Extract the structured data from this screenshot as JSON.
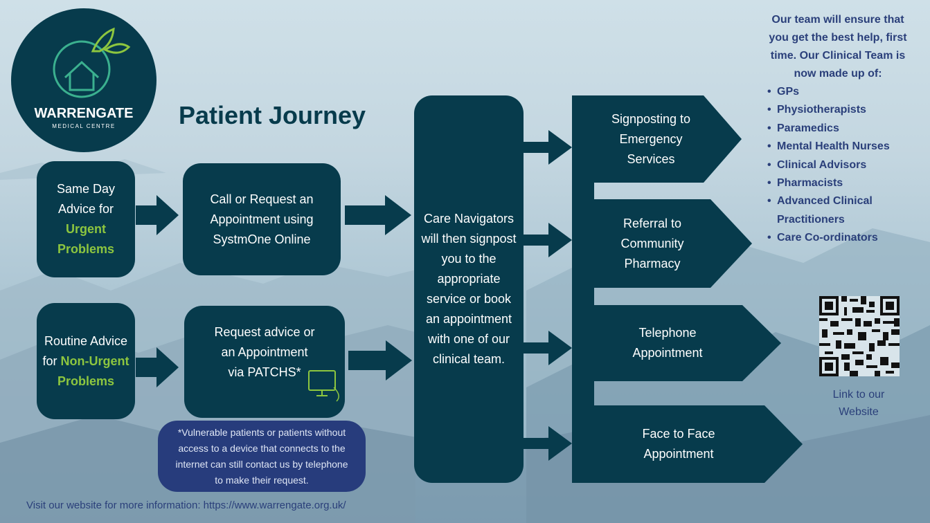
{
  "logo": {
    "name": "WARRENGATE",
    "subtitle": "MEDICAL CENTRE"
  },
  "title": "Patient Journey",
  "flow": {
    "same_day": {
      "line1": "Same Day",
      "line2": "Advice for",
      "highlight1": "Urgent",
      "highlight2": "Problems"
    },
    "call_request": {
      "line1": "Call or Request an",
      "line2": "Appointment using",
      "line3": "SystmOne Online"
    },
    "routine": {
      "line1": "Routine Advice",
      "line2": "for ",
      "highlight1": "Non-Urgent",
      "highlight2": "Problems"
    },
    "patchs": {
      "line1": "Request advice or",
      "line2": "an Appointment",
      "line3": "via PATCHS*"
    },
    "care_navigators": {
      "lines": [
        "Care Navigators",
        "will then signpost",
        "you to the",
        "appropriate",
        "service or book",
        "an appointment",
        "with one of our",
        "clinical team."
      ]
    },
    "outcomes": [
      {
        "lines": [
          "Signposting to",
          "Emergency",
          "Services"
        ]
      },
      {
        "lines": [
          "Referral to",
          "Community",
          "Pharmacy"
        ]
      },
      {
        "lines": [
          "Telephone",
          "Appointment"
        ]
      },
      {
        "lines": [
          "Face to Face",
          "Appointment"
        ]
      }
    ]
  },
  "note": {
    "lines": [
      "*Vulnerable patients or patients without",
      "access to a device that connects to the",
      "internet can still contact us by telephone",
      "to make their request."
    ]
  },
  "team": {
    "intro": [
      "Our team will ensure that",
      "you get the best help, first",
      "time. Our Clinical Team is",
      "now made up of:"
    ],
    "members": [
      "GPs",
      "Physiotherapists",
      "Paramedics",
      "Mental Health Nurses",
      "Clinical Advisors",
      "Pharmacists",
      "Advanced Clinical Practitioners",
      "Care Co-ordinators"
    ]
  },
  "qr": {
    "label1": "Link to our",
    "label2": "Website"
  },
  "footer": "Visit our website for more information: https://www.warrengate.org.uk/",
  "colors": {
    "box": "#073b4c",
    "accent": "#8dc63f",
    "text_blue": "#2a3f7a",
    "note_bg": "#273c7c"
  }
}
